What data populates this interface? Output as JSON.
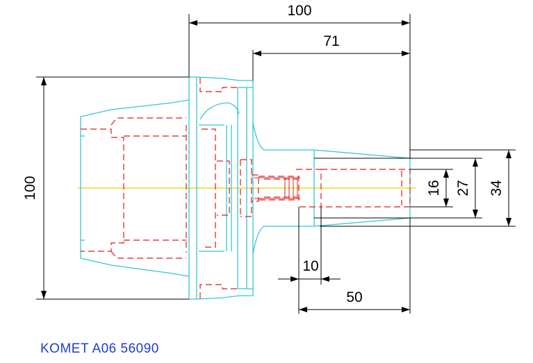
{
  "colors": {
    "outline": "#33c5d6",
    "hidden": "#e01b1b",
    "centerline": "#e8d000",
    "dimension": "#000000",
    "caption": "#1a3fd0"
  },
  "dimensions": {
    "overall_length": "100",
    "shank_length": "71",
    "flange_height": "100",
    "bore_diameter": "16",
    "inner_diameter": "27",
    "outer_diameter": "34",
    "step_length": "10",
    "nose_length": "50"
  },
  "caption": "KOMET A06 56090"
}
